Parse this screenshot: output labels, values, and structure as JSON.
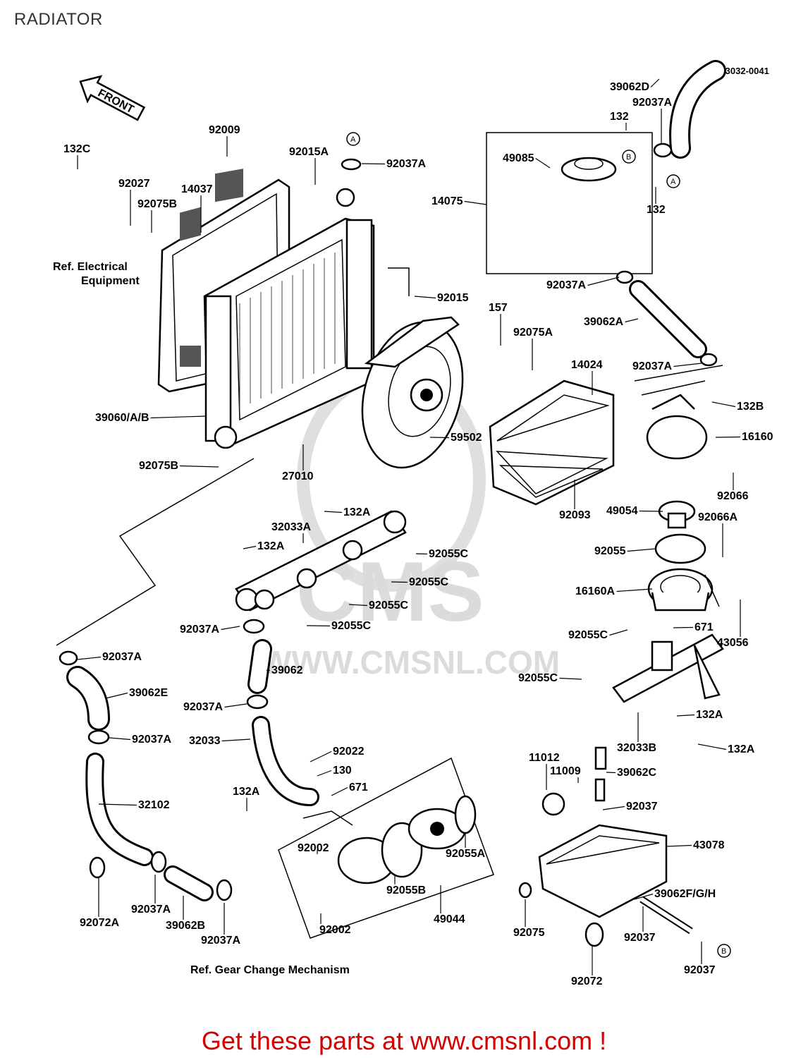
{
  "page": {
    "title": "RADIATOR",
    "footer_cta": "Get these parts at www.cmsnl.com !"
  },
  "diagram": {
    "drawing_code": "E3032-0041",
    "front_label": "FRONT",
    "watermark": "WWW.CMSNL.COM",
    "watermark_logo": "CMS",
    "references": {
      "electrical_line1": "Ref. Electrical",
      "electrical_line2": "Equipment",
      "gear_change": "Ref. Gear Change Mechanism"
    },
    "circle_markers": [
      "A",
      "B",
      "A",
      "B"
    ],
    "callouts": [
      "39062D",
      "92037A",
      "132",
      "49085",
      "14075",
      "132",
      "92037A",
      "39062A",
      "92037A",
      "132C",
      "92027",
      "92075B",
      "14037",
      "92009",
      "92015A",
      "92037A",
      "92015",
      "157",
      "92075A",
      "14024",
      "132B",
      "16160",
      "92066",
      "49054",
      "92066A",
      "92055",
      "16160A",
      "43056",
      "671",
      "92055C",
      "92055C",
      "132A",
      "32033B",
      "132A",
      "39060/A/B",
      "92075B",
      "27010",
      "59502",
      "92093",
      "132A",
      "32033A",
      "132A",
      "92055C",
      "92055C",
      "92055C",
      "92055C",
      "92037A",
      "92037A",
      "39062",
      "39062E",
      "92037A",
      "92037A",
      "32033",
      "92022",
      "130",
      "671",
      "132A",
      "32102",
      "92002",
      "92055A",
      "92055B",
      "49044",
      "92002",
      "92072A",
      "92037A",
      "39062B",
      "92037A",
      "11012",
      "11009",
      "39062C",
      "92037",
      "43078",
      "39062F/G/H",
      "92075",
      "92037",
      "92072",
      "92037"
    ]
  }
}
